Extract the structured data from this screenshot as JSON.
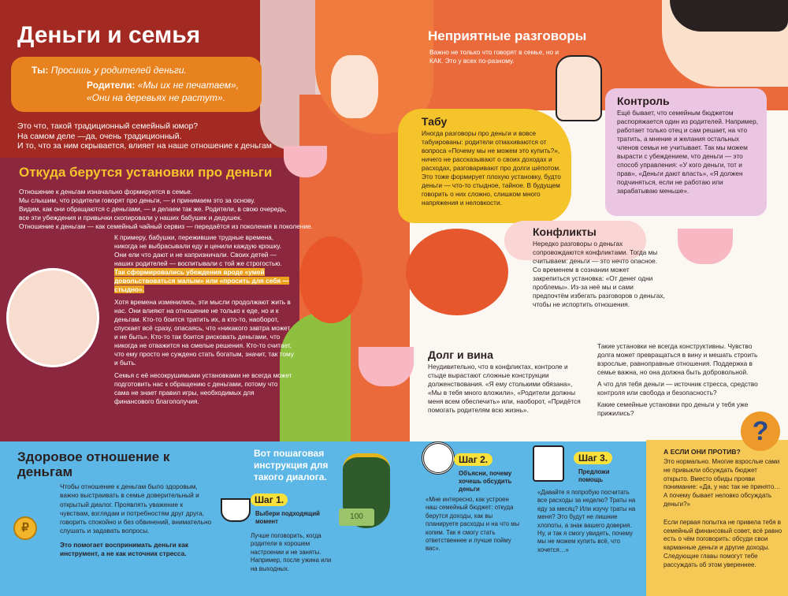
{
  "colors": {
    "left_red": "#a32a22",
    "maroon": "#8b2840",
    "orange_bubble": "#e8821f",
    "yellow_heading": "#f6c52c",
    "right_orange": "#ea6a3c",
    "taboo_yellow": "#f5c32a",
    "control_pink": "#ebc6e2",
    "blue_band": "#5cb6e6",
    "step_yellow": "#f7e13a",
    "side_yellow": "#f6c956"
  },
  "left": {
    "title": "Деньги и семья",
    "bubble": {
      "you_label": "Ты:",
      "you_text": "Просишь у родителей деньги.",
      "parents_label": "Родители:",
      "parents_line1": "«Мы их не печатаем»,",
      "parents_line2": "«Они на деревьях не растут»."
    },
    "intro": [
      "Это что, такой традиционный семейный юмор?",
      "На самом деле —да, очень традиционный.",
      "И то, что за ним скрывается, влияет на наше отношение к деньгам"
    ],
    "origins": {
      "heading": "Откуда берутся установки про деньги",
      "lines": [
        "Отношение к деньгам изначально формируется в семье.",
        "Мы слышим, что родители говорят про деньги, — и принимаем это за основу.",
        "Видим, как они обращаются с деньгами, — и делаем так же. Родители, в свою очередь,",
        "все эти убеждения и привычки скопировали у наших бабушек и дедушек.",
        "Отношение к деньгам — как семейный чайный сервиз — передаётся из поколения в поколение."
      ],
      "p1": "К примеру, бабушки, пережившие трудные времена, никогда не выбрасывали еду и ценили каждую крошку. Они ели что дают и не капризничали. Своих детей — наших родителей — воспитывали с той же строгостью.",
      "p1_highlight": "Так сформировались убеждения вроде «умей довольствоваться малым» или «просить для себя — стыдно».",
      "p2": "Хотя времена изменились, эти мысли продолжают жить в нас. Они влияют на отношение не только к еде, но и к деньгам. Кто-то боится тратить их, а кто-то, наоборот, спускает всё сразу, опасаясь, что «никакого завтра может и не быть». Кто-то так боится рисковать деньгами, что никогда не отважится на смелые решения. Кто-то считает, что ему просто не суждено стать богатым, значит, так тому и быть.",
      "p3": "Семья с её несокрушимыми установками не всегда может подготовить нас к обращению с деньгами, потому что сама не знает правил игры, необходимых для финансового благополучия."
    }
  },
  "right": {
    "heading": "Неприятные разговоры",
    "subheading": "Важно не только что говорят в семье, но и КАК. Это у всех по-разному.",
    "taboo": {
      "title": "Табу",
      "text": "Иногда разговоры про деньги и вовсе табуированы: родители отмахиваются от вопроса «Почему мы не можем это купить?», ничего не рассказывают о своих доходах и расходах, разговаривают про долги шёпотом. Это тоже формирует плохую установку, будто деньги — что-то стыдное, тайное. В будущем говорить о них сложно, слишком много напряжения и неловкости."
    },
    "control": {
      "title": "Контроль",
      "text": "Ещё бывает, что семейным бюджетом распоряжается один из родителей. Например, работает только отец и сам решает, на что тратить, а мнение и желания остальных членов семьи не учитывает. Так мы можем вырасти с убеждением, что деньги — это способ управления: «У кого деньги, тот и прав», «Деньги дают власть», «Я должен подчиняться, если не работаю или зарабатываю меньше»."
    },
    "conflicts": {
      "title": "Конфликты",
      "text": "Нередко разговоры о деньгах сопровождаются конфликтами. Тогда мы считываем: деньги — это нечто опасное. Со временем в сознании может закрепиться установка: «От денег одни проблемы». Из-за неё мы и сами предпочтём избегать разговоров о деньгах, чтобы не испортить отношения."
    },
    "debt": {
      "title": "Долг и вина",
      "text": "Неудивительно, что в конфликтах, контроле и стыде вырастают сложные конструкции долженствования. «Я ему столькими обязана», «Мы в тебя много вложили», «Родители должны меня всем обеспечить» или, наоборот, «Придётся помогать родителям всю жизнь»."
    },
    "closing": {
      "p1": "Такие установки не всегда конструктивны. Чувство долга может превращаться в вину и мешать строить взрослые, равноправные отношения. Поддержка в семье важна, но она должна быть добровольной.",
      "p2": "А что для тебя деньги — источник стресса, средство контроля или свобода и безопасность?",
      "p3": "Какие семейные установки про деньги у тебя уже прижились?"
    }
  },
  "bottom": {
    "healthy": {
      "title": "Здоровое отношение к деньгам",
      "text": "Чтобы отношение к деньгам было здоровым, важно выстраивать в семье доверительный и открытый диалог. Проявлять уважение к чувствам, взглядам и потребностям друг друга, говорить спокойно и без обвинений, внимательно слушать и задавать вопросы.",
      "bold": "Это помогает воспринимать деньги как инструмент, а не как источник стресса."
    },
    "guide_title": "Вот пошаговая инструкция для такого диалога.",
    "banknote": "100",
    "steps": [
      {
        "label": "Шаг 1.",
        "title": "Выбери подходящий момент",
        "text": "Лучше поговорить, когда родители в хорошем настроении и не заняты. Например, после ужина или на выходных."
      },
      {
        "label": "Шаг 2.",
        "title": "Объясни, почему хочешь обсудить деньги",
        "text": "«Мне интересно, как устроен наш семейный бюджет: откуда берутся доходы, как вы планируете расходы и на что мы копим. Так я смогу стать ответственнее и лучше пойму вас»."
      },
      {
        "label": "Шаг 3.",
        "title": "Предложи помощь",
        "text": "«Давайте я попробую посчитать все расходы за неделю? Траты на еду за месяц? Или изучу траты на меня? Это будут не лишние хлопоты, а знак вашего доверия. Ну, и так я смогу увидеть, почему мы не можем купить всё, что хочется…»"
      }
    ],
    "objection": {
      "title": "А ЕСЛИ ОНИ ПРОТИВ?",
      "p1": "Это нормально. Многие взрослые сами не привыкли обсуждать бюджет открыто. Вместо обиды прояви понимание: «Да, у нас так не принято… А почему бывает неловко обсуждать деньги?»",
      "p2": "Если первая попытка не привела тебя в семейный финансовый совет, всё равно есть о чём поговорить: обсуди свои карманные деньги и другие доходы. Следующие главы помогут тебе рассуждать об этом увереннее."
    }
  }
}
